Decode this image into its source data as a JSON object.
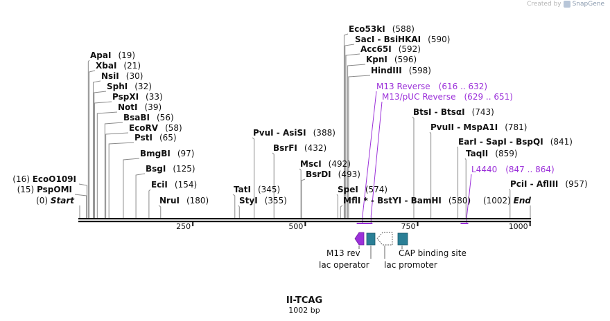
{
  "watermark": {
    "created_by": "Created by",
    "brand": "SnapGene"
  },
  "sequence": {
    "name": "II-TCAG",
    "length_label": "1002 bp",
    "length": 1002
  },
  "axis": {
    "ticks": [
      {
        "pos": 250,
        "label": "250"
      },
      {
        "pos": 500,
        "label": "500"
      },
      {
        "pos": 750,
        "label": "750"
      },
      {
        "pos": 1000,
        "label": "1000"
      }
    ]
  },
  "sites": [
    {
      "id": "end",
      "name": "End",
      "coord": "(1002)",
      "pos": 1002,
      "italic": true,
      "label_side": "left"
    },
    {
      "id": "pcii",
      "name": "PciI  - AflIII",
      "coord": "(957)",
      "pos": 957
    },
    {
      "id": "taqii",
      "name": "TaqII",
      "coord": "(859)",
      "pos": 859
    },
    {
      "id": "eari",
      "name": "EarI  - SapI  - BspQI",
      "coord": "(841)",
      "pos": 841
    },
    {
      "id": "pvuii",
      "name": "PvuII  - MspA1I",
      "coord": "(781)",
      "pos": 781
    },
    {
      "id": "btsi",
      "name": "BtsI  - BtsαI",
      "coord": "(743)",
      "pos": 743
    },
    {
      "id": "mfli",
      "name": "MflI *  - BstYI  - BamHI",
      "coord": "(580)",
      "pos": 580
    },
    {
      "id": "spei",
      "name": "SpeI",
      "coord": "(574)",
      "pos": 574
    },
    {
      "id": "hindiii",
      "name": "HindIII",
      "coord": "(598)",
      "pos": 598
    },
    {
      "id": "kpni",
      "name": "KpnI",
      "coord": "(596)",
      "pos": 596
    },
    {
      "id": "acc65i",
      "name": "Acc65I",
      "coord": "(592)",
      "pos": 592
    },
    {
      "id": "saci",
      "name": "SacI  - BsiHKAI",
      "coord": "(590)",
      "pos": 590
    },
    {
      "id": "eco53ki",
      "name": "Eco53kI",
      "coord": "(588)",
      "pos": 588
    },
    {
      "id": "bsrdi",
      "name": "BsrDI",
      "coord": "(493)",
      "pos": 493
    },
    {
      "id": "msci",
      "name": "MscI",
      "coord": "(492)",
      "pos": 492
    },
    {
      "id": "bsrfi",
      "name": "BsrFI",
      "coord": "(432)",
      "pos": 432
    },
    {
      "id": "pvui",
      "name": "PvuI  - AsiSI",
      "coord": "(388)",
      "pos": 388
    },
    {
      "id": "styi",
      "name": "StyI",
      "coord": "(355)",
      "pos": 355
    },
    {
      "id": "tati",
      "name": "TatI",
      "coord": "(345)",
      "pos": 345
    },
    {
      "id": "nrui",
      "name": "NruI",
      "coord": "(180)",
      "pos": 180
    },
    {
      "id": "ecii",
      "name": "EciI",
      "coord": "(154)",
      "pos": 154
    },
    {
      "id": "bsgi",
      "name": "BsgI",
      "coord": "(125)",
      "pos": 125
    },
    {
      "id": "bmgbi",
      "name": "BmgBI",
      "coord": "(97)",
      "pos": 97
    },
    {
      "id": "psti",
      "name": "PstI",
      "coord": "(65)",
      "pos": 65
    },
    {
      "id": "ecorv",
      "name": "EcoRV",
      "coord": "(58)",
      "pos": 58
    },
    {
      "id": "bsabi",
      "name": "BsaBI",
      "coord": "(56)",
      "pos": 56
    },
    {
      "id": "noti",
      "name": "NotI",
      "coord": "(39)",
      "pos": 39
    },
    {
      "id": "pspxi",
      "name": "PspXI",
      "coord": "(33)",
      "pos": 33
    },
    {
      "id": "sphi",
      "name": "SphI",
      "coord": "(32)",
      "pos": 32
    },
    {
      "id": "nsii",
      "name": "NsiI",
      "coord": "(30)",
      "pos": 30
    },
    {
      "id": "xbai",
      "name": "XbaI",
      "coord": "(21)",
      "pos": 21
    },
    {
      "id": "apai",
      "name": "ApaI",
      "coord": "(19)",
      "pos": 19
    },
    {
      "id": "start",
      "name": "Start",
      "coord": "(0)",
      "pos": 0,
      "italic": true,
      "label_side": "left"
    },
    {
      "id": "pspomi",
      "name": "PspOMI",
      "coord": "(15)",
      "pos": 15,
      "label_side": "left"
    },
    {
      "id": "eco0109i",
      "name": "EcoO109I",
      "coord": "(16)",
      "pos": 16,
      "label_side": "left"
    }
  ],
  "primers": [
    {
      "id": "m13rev",
      "name": "M13 Reverse",
      "coord": "(616 .. 632)",
      "start": 616,
      "end": 632
    },
    {
      "id": "m13puc",
      "name": "M13/pUC Reverse",
      "coord": "(629 .. 651)",
      "start": 629,
      "end": 651
    },
    {
      "id": "l4440",
      "name": "L4440",
      "coord": "(847 .. 864)",
      "start": 847,
      "end": 864
    }
  ],
  "features": [
    {
      "id": "m13rev-feature",
      "label": "M13 rev"
    },
    {
      "id": "lac-operator",
      "label": "lac operator"
    },
    {
      "id": "lac-promoter",
      "label": "lac promoter"
    },
    {
      "id": "cap-binding-site",
      "label": "CAP binding site"
    }
  ],
  "colors": {
    "backbone": "#111111",
    "site_line": "#8a8a8a",
    "primer": "#9b30d9",
    "m13_feature": "#9b30d9",
    "operator_feature": "#2a7f96",
    "promoter_outline": "#666666"
  }
}
